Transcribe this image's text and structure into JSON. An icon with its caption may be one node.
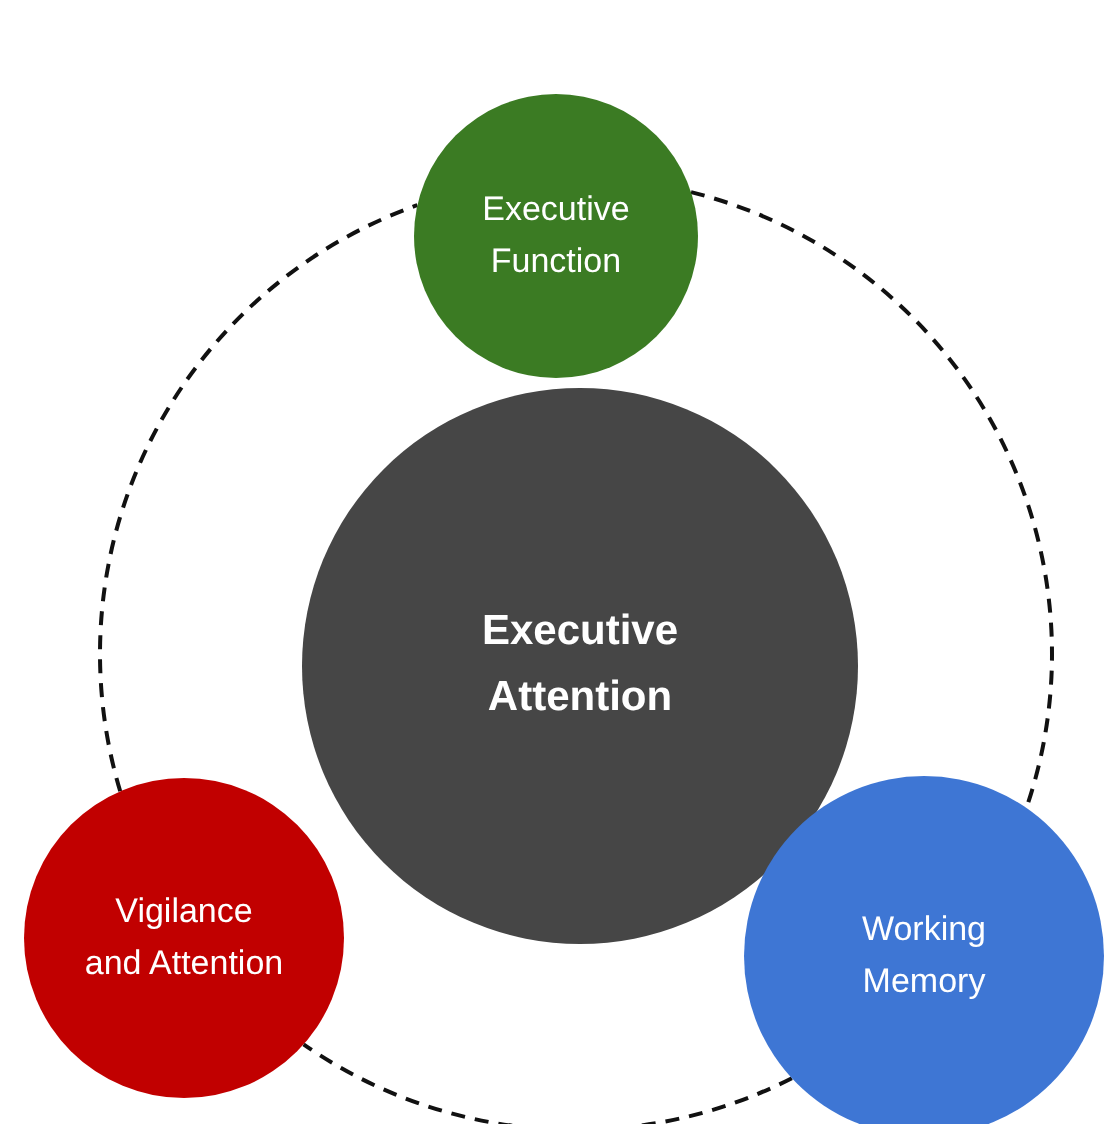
{
  "diagram": {
    "nodes": [
      {
        "text": [
          "Executive Function"
        ]
      },
      {
        "text": [
          "Executive Attention"
        ]
      },
      {
        "text": [
          "Vigilance and Attention"
        ]
      },
      {
        "text": [
          "Working Memory"
        ]
      }
    ],
    "edges": [
      {
        "from": 0,
        "to": 3,
        "arrow": "none",
        "style": "dashed"
      },
      {
        "from": 3,
        "to": 2,
        "arrow": "none",
        "style": "dashed"
      },
      {
        "from": 2,
        "to": 0,
        "arrow": "none",
        "style": "dashed"
      }
    ]
  }
}
